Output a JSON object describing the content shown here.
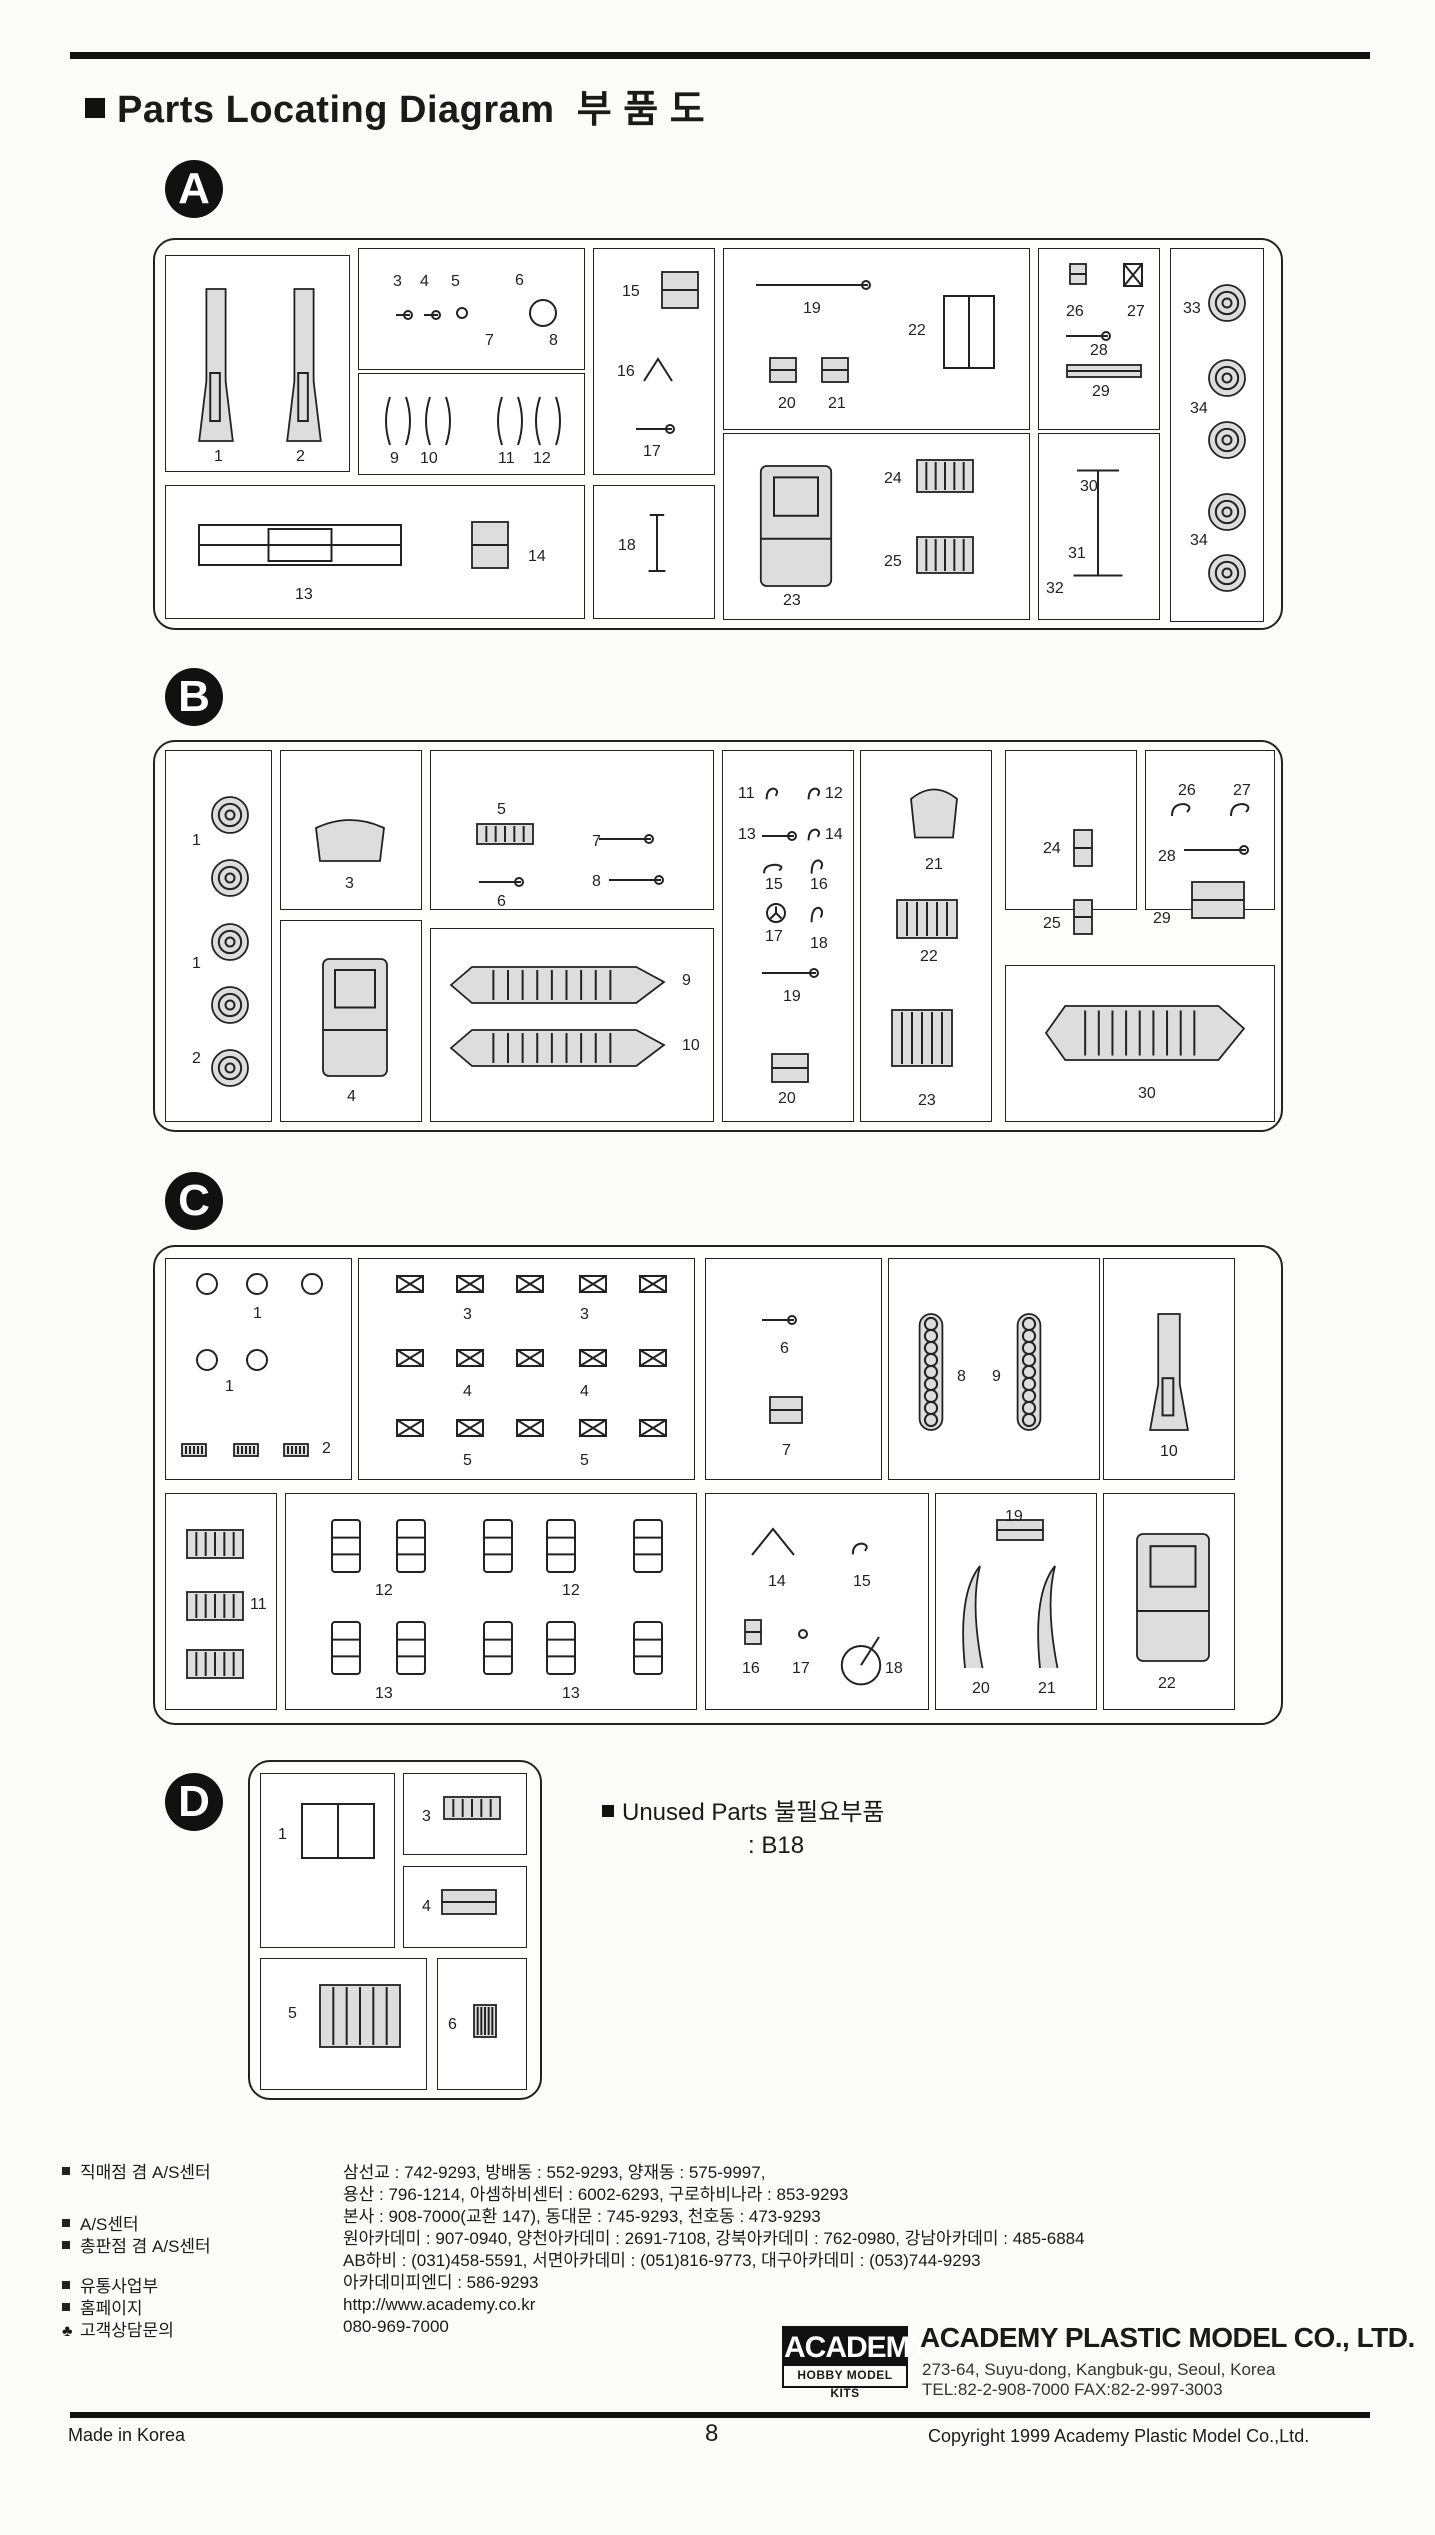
{
  "title": {
    "main": "Parts Locating Diagram",
    "korean": "부 품 도"
  },
  "sprues": {
    "A": {
      "letter": "A"
    },
    "B": {
      "letter": "B"
    },
    "C": {
      "letter": "C"
    },
    "D": {
      "letter": "D"
    }
  },
  "a_nums": [
    "1",
    "2",
    "3",
    "4",
    "5",
    "6",
    "7",
    "8",
    "9",
    "10",
    "11",
    "12",
    "13",
    "14",
    "15",
    "16",
    "17",
    "18",
    "19",
    "20",
    "21",
    "22",
    "23",
    "24",
    "25",
    "26",
    "27",
    "28",
    "29",
    "30",
    "31",
    "32",
    "33",
    "34",
    "34"
  ],
  "b_nums": [
    "1",
    "1",
    "2",
    "3",
    "4",
    "5",
    "6",
    "7",
    "8",
    "9",
    "10",
    "11",
    "12",
    "13",
    "14",
    "15",
    "16",
    "17",
    "18",
    "19",
    "20",
    "21",
    "22",
    "23",
    "24",
    "25",
    "26",
    "27",
    "28",
    "29",
    "30"
  ],
  "c_nums": [
    "1",
    "1",
    "2",
    "3",
    "3",
    "4",
    "4",
    "5",
    "5",
    "6",
    "7",
    "8",
    "9",
    "10",
    "11",
    "12",
    "12",
    "13",
    "13",
    "14",
    "15",
    "16",
    "17",
    "18",
    "19",
    "20",
    "21",
    "22"
  ],
  "d_nums": [
    "1",
    "3",
    "4",
    "5",
    "6"
  ],
  "unused": {
    "label": "Unused Parts",
    "korean": "불필요부품",
    "value": ": B18"
  },
  "info": {
    "labels": [
      "직매점 겸 A/S센터",
      "A/S센터",
      "총판점 겸 A/S센터",
      "유통사업부",
      "홈페이지",
      "고객상담문의"
    ],
    "lines": [
      "삼선교 : 742-9293,  방배동 : 552-9293,  양재동 : 575-9997,",
      "용산 : 796-1214,  아셈하비센터 : 6002-6293,  구로하비나라 : 853-9293",
      "본사 : 908-7000(교환 147),  동대문 : 745-9293,  천호동 : 473-9293",
      "원아카데미 : 907-0940,  양천아카데미 : 2691-7108,  강북아카데미 : 762-0980,  강남아카데미 : 485-6884",
      "AB하비 : (031)458-5591,  서면아카데미 : (051)816-9773,  대구아카데미 : (053)744-9293",
      "아카데미피엔디 : 586-9293",
      "http://www.academy.co.kr",
      "080-969-7000"
    ]
  },
  "company": {
    "logo": "ACADEMY",
    "logo_sub": "HOBBY MODEL KITS",
    "name": "ACADEMY PLASTIC MODEL CO., LTD.",
    "address": "273-64, Suyu-dong, Kangbuk-gu, Seoul, Korea",
    "tel": "TEL:82-2-908-7000  FAX:82-2-997-3003"
  },
  "footer": {
    "made_in": "Made in Korea",
    "page": "8",
    "copyright": "Copyright 1999 Academy Plastic Model Co.,Ltd."
  }
}
